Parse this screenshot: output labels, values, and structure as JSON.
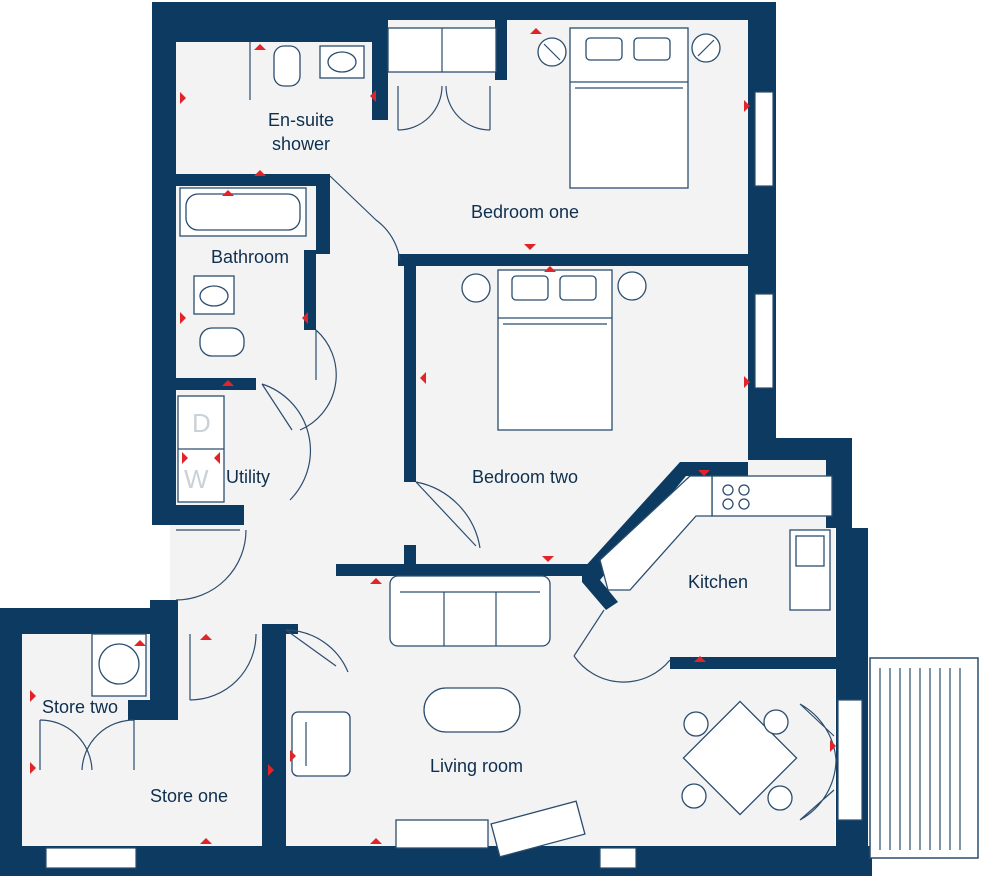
{
  "rooms": {
    "ensuite_line1": "En-suite",
    "ensuite_line2": "shower",
    "bedroom_one": "Bedroom one",
    "bathroom": "Bathroom",
    "bedroom_two": "Bedroom two",
    "utility": "Utility",
    "kitchen": "Kitchen",
    "store_two": "Store two",
    "store_one": "Store one",
    "living_room": "Living room"
  },
  "appliances": {
    "washer_letter_w": "W",
    "washer_letter_d": "D"
  },
  "colors": {
    "wall": "#0c3a61",
    "floor": "#f4f3f4",
    "fixture_stroke": "#2b4d6e",
    "socket_marker": "#e0242a",
    "label_text": "#0e2f4e"
  }
}
